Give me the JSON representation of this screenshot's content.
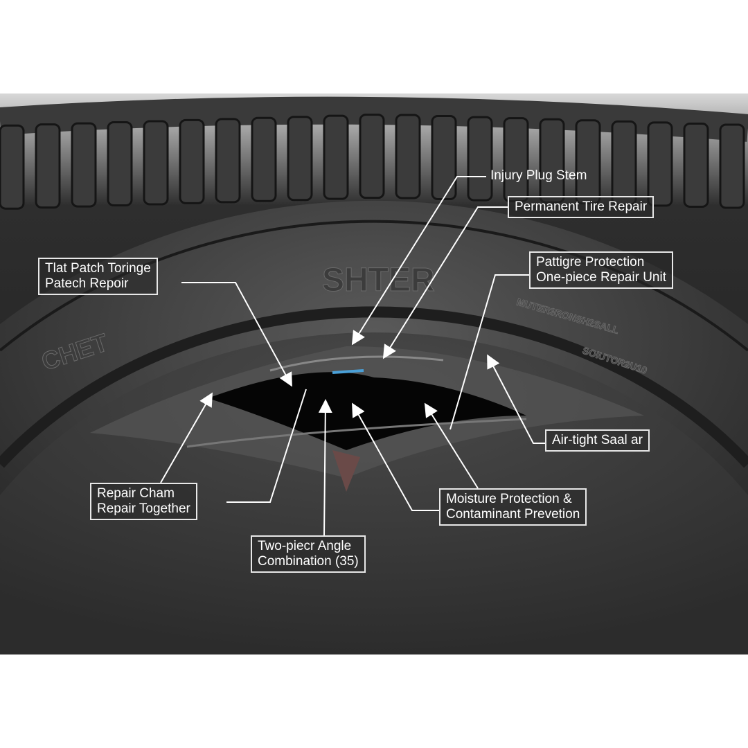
{
  "sidewall_text": {
    "brand": "SHTER",
    "left": "CHET",
    "spec_line_1": "MUTER3RONSH2SALL",
    "spec_line_2": "SOIUTOR2U10"
  },
  "labels": {
    "injury_plug_stem": "Injury Plug Stem",
    "permanent_tire_repair": "Permanent Tire Repair",
    "pattigre_protection": [
      "Pattigre Protection",
      "One-piece Repair Unit"
    ],
    "tlat_patch": [
      "Tlat Patch Toringe",
      "Patech Repoir"
    ],
    "air_tight": "Air-tight Saal ar",
    "repair_cham": [
      "Repair Cham",
      "Repair Together"
    ],
    "moisture": [
      "Moisture Protection &",
      "Contaminant Prevetion"
    ],
    "two_piece": [
      "Two-piecr Angle",
      "Combination (35)"
    ]
  },
  "colors": {
    "label_border": "#e8e8e8",
    "label_text": "#ffffff",
    "tire": "#2a2a2a",
    "background": "#ffffff"
  }
}
